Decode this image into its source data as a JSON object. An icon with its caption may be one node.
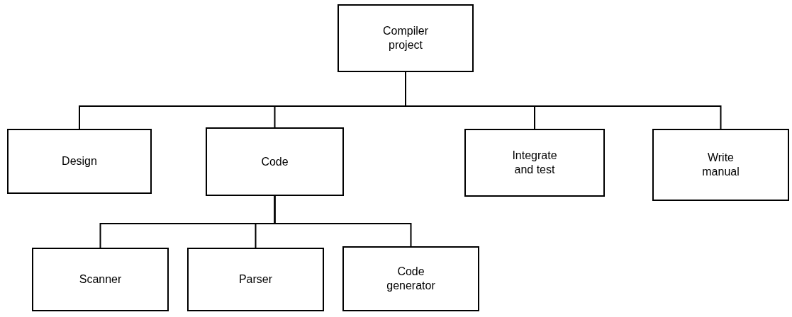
{
  "diagram": {
    "nodes": [
      {
        "text": [
          "Compiler project"
        ]
      },
      {
        "text": [
          "Design"
        ]
      },
      {
        "text": [
          "Code"
        ]
      },
      {
        "text": [
          "Integrate and test"
        ]
      },
      {
        "text": [
          "Write manual"
        ]
      },
      {
        "text": [
          "Scanner"
        ]
      },
      {
        "text": [
          "Parser"
        ]
      },
      {
        "text": [
          "Code generator"
        ]
      }
    ],
    "edges": [
      {
        "from": 0,
        "to": 1,
        "arrow": "none"
      },
      {
        "from": 0,
        "to": 2,
        "arrow": "none"
      },
      {
        "from": 0,
        "to": 3,
        "arrow": "none"
      },
      {
        "from": 0,
        "to": 4,
        "arrow": "none"
      },
      {
        "from": 2,
        "to": 5,
        "arrow": "none"
      },
      {
        "from": 2,
        "to": 6,
        "arrow": "none"
      },
      {
        "from": 2,
        "to": 7,
        "arrow": "none"
      }
    ]
  }
}
